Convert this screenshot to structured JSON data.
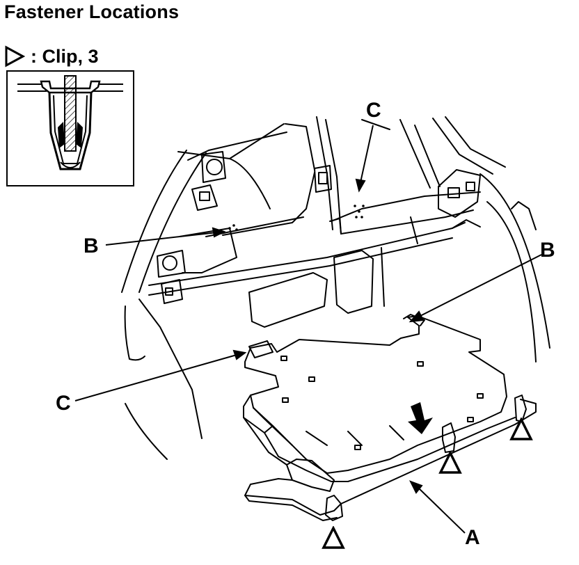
{
  "page": {
    "title": "Fastener Locations"
  },
  "legend": {
    "symbol": "triangle-outline-icon",
    "text": ": Clip, 3"
  },
  "callouts": {
    "a": "A",
    "b_left": "B",
    "b_right": "B",
    "c_top": "C",
    "c_left": "C"
  },
  "colors": {
    "ink": "#000000",
    "paper": "#ffffff"
  }
}
